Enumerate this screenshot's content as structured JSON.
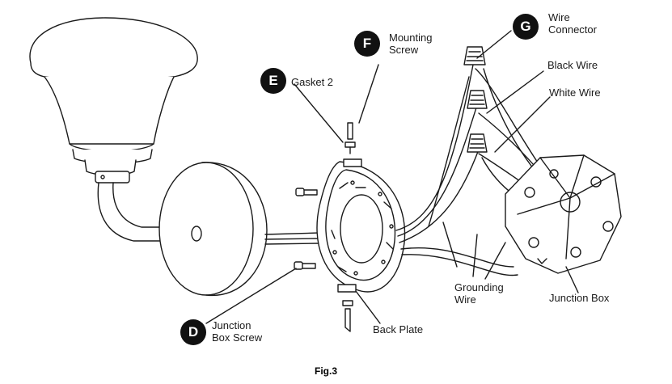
{
  "labels": {
    "wire_connector": {
      "badge": "G",
      "line1": "Wire",
      "line2": "Connector"
    },
    "mounting_screw": {
      "badge": "F",
      "line1": "Mounting",
      "line2": "Screw"
    },
    "gasket": {
      "badge": "E",
      "text": "Gasket 2"
    },
    "junction_box_screw": {
      "badge": "D",
      "line1": "Junction",
      "line2": "Box Screw"
    },
    "black_wire": "Black Wire",
    "white_wire": "White Wire",
    "grounding_wire": {
      "line1": "Grounding",
      "line2": "Wire"
    },
    "junction_box": "Junction Box",
    "back_plate": "Back Plate"
  },
  "caption": "Fig.3",
  "colors": {
    "line": "#1a1a1a",
    "badge": "#111111",
    "background": "#ffffff"
  }
}
